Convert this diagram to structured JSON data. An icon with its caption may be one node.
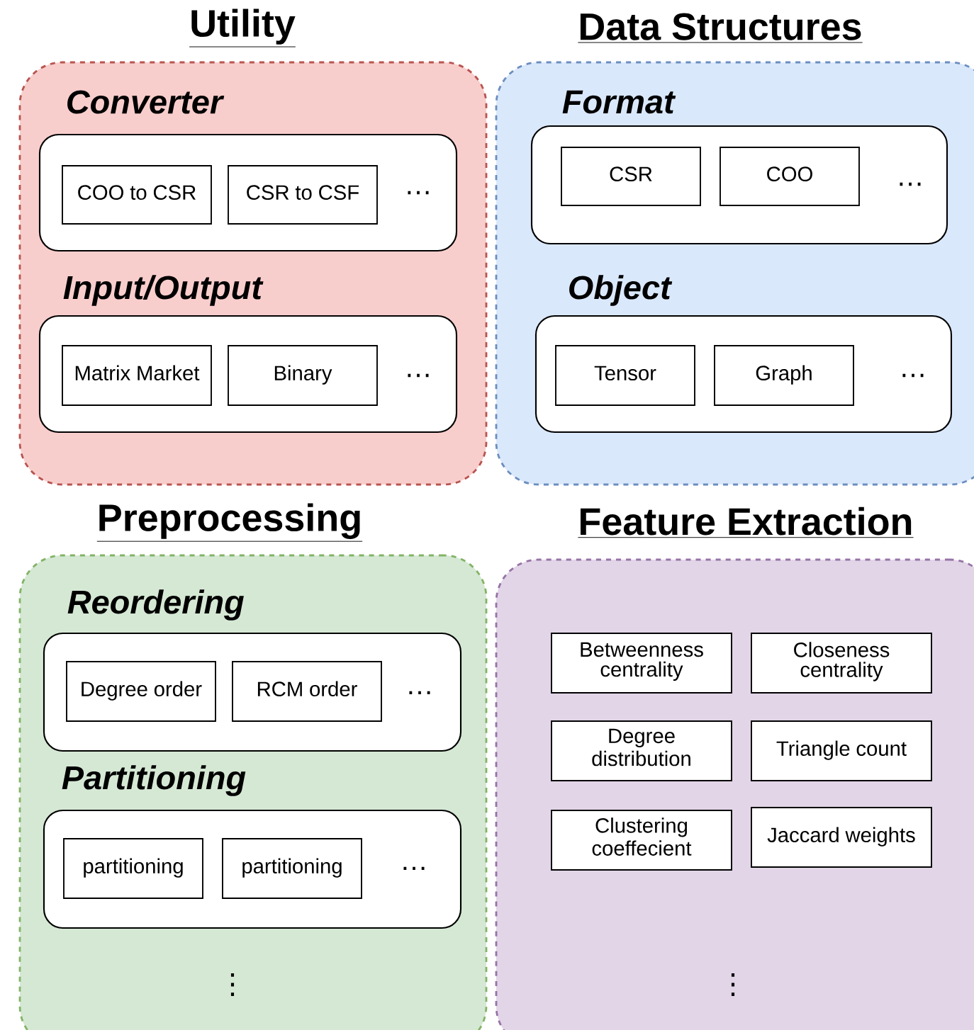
{
  "diagram": {
    "nodes": [
      {
        "text": [
          "Utility"
        ]
      },
      {
        "text": [
          "Converter",
          "…"
        ],
        "in": 0
      },
      {
        "text": [
          "COO to CSR"
        ],
        "in": 1
      },
      {
        "text": [
          "CSR to CSF"
        ],
        "in": 1
      },
      {
        "text": [
          "Input/Output",
          "…"
        ],
        "in": 0
      },
      {
        "text": [
          "Matrix Market"
        ],
        "in": 4
      },
      {
        "text": [
          "Binary"
        ],
        "in": 4
      },
      {
        "text": [
          "Data Structures"
        ]
      },
      {
        "text": [
          "Format",
          "…"
        ],
        "in": 7
      },
      {
        "text": [
          "CSR"
        ],
        "in": 8
      },
      {
        "text": [
          "COO"
        ],
        "in": 8
      },
      {
        "text": [
          "Object",
          "…"
        ],
        "in": 7
      },
      {
        "text": [
          "Tensor"
        ],
        "in": 11
      },
      {
        "text": [
          "Graph"
        ],
        "in": 11
      },
      {
        "text": [
          "Preprocessing",
          "⋮"
        ]
      },
      {
        "text": [
          "Reordering",
          "…"
        ],
        "in": 14
      },
      {
        "text": [
          "Degree order"
        ],
        "in": 15
      },
      {
        "text": [
          "RCM order"
        ],
        "in": 15
      },
      {
        "text": [
          "Partitioning",
          "…"
        ],
        "in": 14
      },
      {
        "text": [
          "partitioning"
        ],
        "in": 18
      },
      {
        "text": [
          "partitioning"
        ],
        "in": 18
      },
      {
        "text": [
          "Feature Extraction",
          "⋮"
        ]
      },
      {
        "text": [
          "Betweenness centrality"
        ],
        "in": 21
      },
      {
        "text": [
          "Closeness centrality"
        ],
        "in": 21
      },
      {
        "text": [
          "Degree distribution"
        ],
        "in": 21
      },
      {
        "text": [
          "Triangle count"
        ],
        "in": 21
      },
      {
        "text": [
          "Clustering coeffecient"
        ],
        "in": 21
      },
      {
        "text": [
          "Jaccard weights"
        ],
        "in": 21
      }
    ]
  }
}
